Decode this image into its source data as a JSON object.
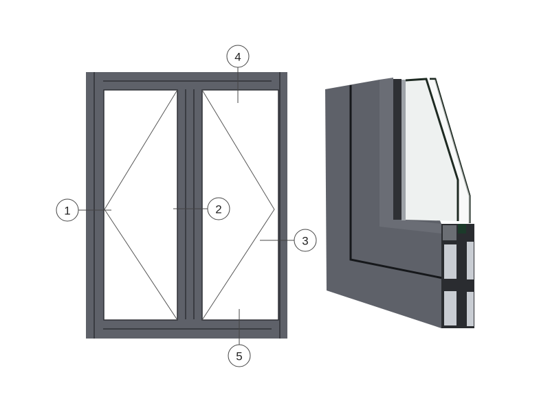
{
  "colors": {
    "frame": "#5e6169",
    "frame_dark": "#3f4248",
    "glass": "#ffffff",
    "profile_light": "#c9cdd3"
  },
  "callouts": [
    {
      "id": "1",
      "label": "1"
    },
    {
      "id": "2",
      "label": "2"
    },
    {
      "id": "3",
      "label": "3"
    },
    {
      "id": "4",
      "label": "4"
    },
    {
      "id": "5",
      "label": "5"
    }
  ]
}
